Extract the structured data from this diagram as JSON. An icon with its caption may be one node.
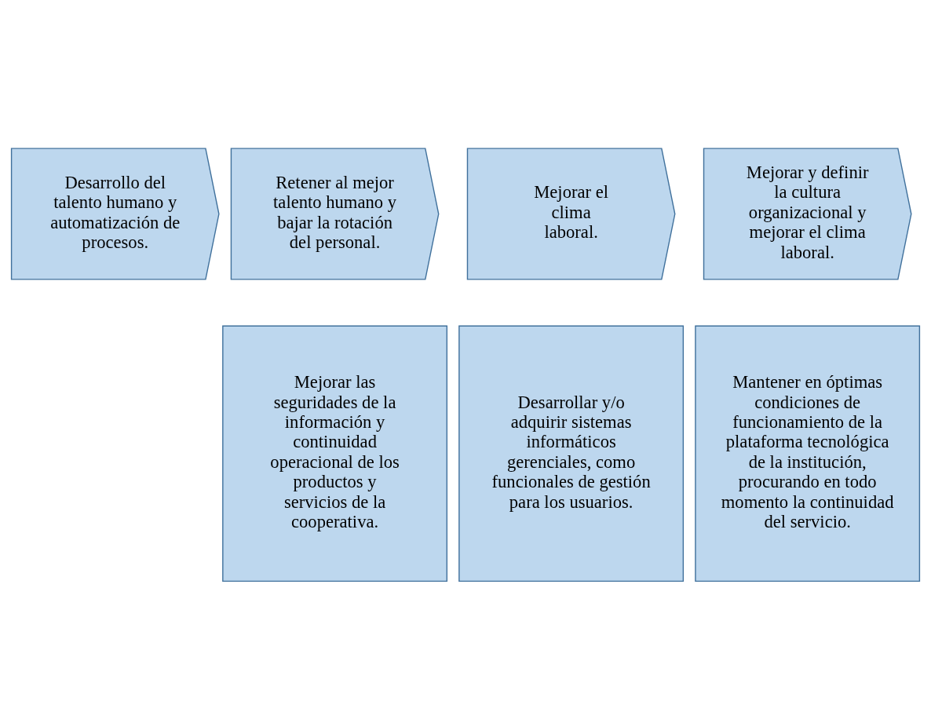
{
  "diagram": {
    "nodes": [
      {
        "text": [
          "Desarrollo del talento humano y automatización de procesos."
        ]
      },
      {
        "text": [
          "Retener al mejor talento humano y bajar la rotación del personal."
        ]
      },
      {
        "text": [
          "Mejorar el clima laboral."
        ]
      },
      {
        "text": [
          "Mejorar y definir la cultura organizacional y mejorar el clima laboral."
        ]
      },
      {
        "text": [
          "Mejorar las seguridades de la información y continuidad operacional de los productos y servicios de la cooperativa."
        ]
      },
      {
        "text": [
          "Desarrollar y/o adquirir sistemas informáticos gerenciales, como funcionales de gestión para los usuarios."
        ]
      },
      {
        "text": [
          "Mantener en óptimas condiciones de funcionamiento de la plataforma tecnológica de la institución, procurando en todo momento la continuidad del servicio."
        ]
      }
    ],
    "edges": []
  }
}
